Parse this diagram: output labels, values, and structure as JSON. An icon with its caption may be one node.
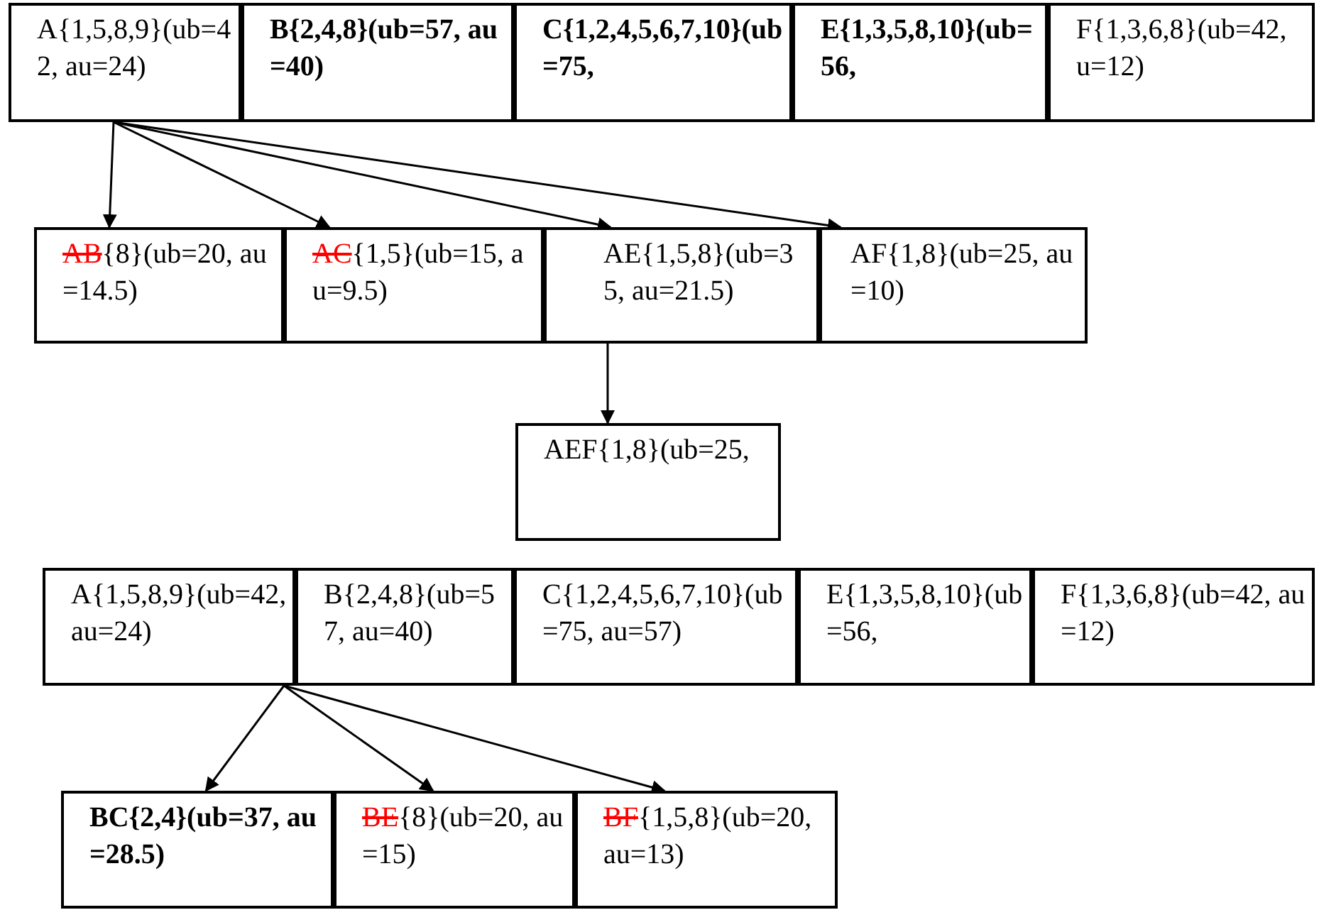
{
  "diagram": {
    "nodes": [
      {
        "text": [
          "A{1,5,8,9}(ub=42, au=24)"
        ]
      },
      {
        "text": [
          "B{2,4,8}(ub=57, au=40)"
        ]
      },
      {
        "text": [
          "C{1,2,4,5,6,7,10}(ub=75,"
        ]
      },
      {
        "text": [
          "E{1,3,5,8,10}(ub=56,"
        ]
      },
      {
        "text": [
          "F{1,3,6,8}(ub=42, u=12)"
        ]
      },
      {
        "text": [
          "AB",
          "{8}(ub=20, au=14.5)"
        ]
      },
      {
        "text": [
          "AC",
          "{1,5}(ub=15, au=9.5)"
        ]
      },
      {
        "text": [
          "AE{1,5,8}(ub=35, au=21.5)"
        ]
      },
      {
        "text": [
          "AF{1,8}(ub=25, au=10)"
        ]
      },
      {
        "text": [
          "AEF{1,8}(ub=25,"
        ]
      },
      {
        "text": [
          "A{1,5,8,9}(ub=42, au=24)"
        ]
      },
      {
        "text": [
          "B{2,4,8}(ub=57, au=40)"
        ]
      },
      {
        "text": [
          "C{1,2,4,5,6,7,10}(ub=75, au=57)"
        ]
      },
      {
        "text": [
          "E{1,3,5,8,10}(ub=56,"
        ]
      },
      {
        "text": [
          "F{1,3,6,8}(ub=42, au=12)"
        ]
      },
      {
        "text": [
          "BC{2,4}(ub=37, au=28.5)"
        ]
      },
      {
        "text": [
          "BE",
          "{8}(ub=20, au=15)"
        ]
      },
      {
        "text": [
          "BF",
          "{1,5,8}(ub=20, au=13)"
        ]
      }
    ],
    "edges": [
      {
        "from": 0,
        "to": 5,
        "arrow": "to"
      },
      {
        "from": 0,
        "to": 6,
        "arrow": "to"
      },
      {
        "from": 0,
        "to": 7,
        "arrow": "to"
      },
      {
        "from": 0,
        "to": 8,
        "arrow": "to"
      },
      {
        "from": 7,
        "to": 9,
        "arrow": "to"
      },
      {
        "from": 10,
        "to": 15,
        "arrow": "to"
      },
      {
        "from": 10,
        "to": 16,
        "arrow": "to"
      },
      {
        "from": 10,
        "to": 17,
        "arrow": "to"
      }
    ]
  }
}
